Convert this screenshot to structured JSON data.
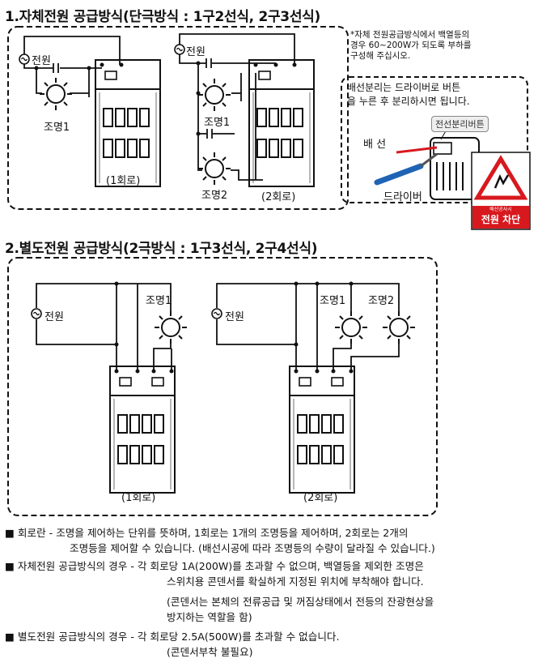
{
  "section1": {
    "title": "1.자체전원 공급방식(단극방식 : 1구2선식, 2구3선식)",
    "power_label": "전원",
    "light1_label": "조명1",
    "light2_label": "조명2",
    "circuit1_label": "(1회로)",
    "circuit2_label": "(2회로)",
    "side_note": [
      "*자체 전원공급방식에서 백열등의",
      "경우 60~200W가 되도록 부하를",
      "구성해 주십시오."
    ],
    "separation_note": [
      "배선분리는 드라이버로 버튼",
      "을 누른 후 분리하시면 됩니다."
    ],
    "release_button_label": "전선분리버튼",
    "wire_label": "배 선",
    "driver_label": "드라이버",
    "warning_small": "배선공사시",
    "warning_main": "전원 차단"
  },
  "section2": {
    "title": "2.별도전원 공급방식(2극방식 : 1구3선식, 2구4선식)",
    "power_label": "전원",
    "light1_label": "조명1",
    "light2_label": "조명2",
    "circuit1_label": "(1회로)",
    "circuit2_label": "(2회로)"
  },
  "notes": [
    "■ 회로란 - 조명을 제어하는 단위를 뜻하며, 1회로는 1개의 조명등을 제어하며, 2회로는 2개의",
    "조명등을 제어할 수 있습니다. (배선시공에 따라 조명등의 수량이 달라질 수 있습니다.)",
    "■ 자체전원 공급방식의 경우 - 각 회로당 1A(200W)를 초과할 수 없으며, 백열등을 제외한 조명은",
    "스위치용 콘덴서를 확실하게 지정된 위치에 부착해야 합니다.",
    "(콘덴서는 본체의 전류공급 및 꺼짐상태에서 전등의 잔광현상을",
    "방지하는 역할을 함)",
    "■ 별도전원 공급방식의 경우 - 각 회로당 2.5A(500W)를 초과할 수 없습니다.",
    "(콘덴서부착 불필요)"
  ],
  "colors": {
    "warning_red": "#d7191e",
    "driver_blue": "#1f64b4",
    "wire_red": "#d7191e"
  }
}
